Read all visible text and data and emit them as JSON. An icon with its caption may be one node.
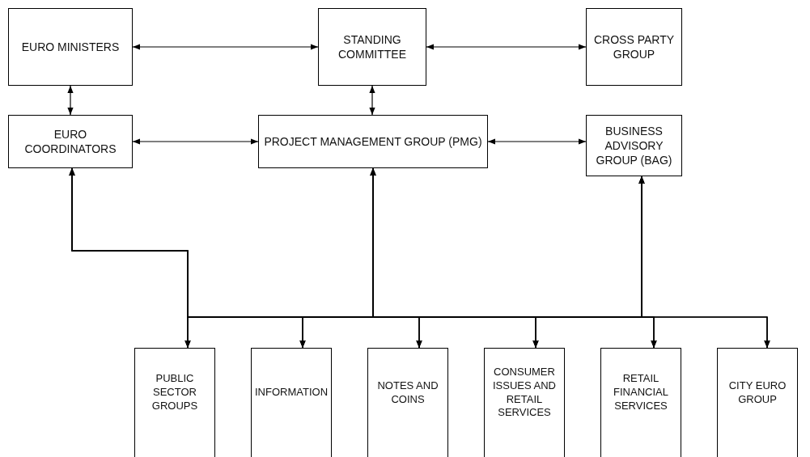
{
  "diagram": {
    "nodes": [
      {
        "text": [
          "EURO MINISTERS"
        ]
      },
      {
        "text": [
          "STANDING COMMITTEE"
        ]
      },
      {
        "text": [
          "CROSS PARTY GROUP"
        ]
      },
      {
        "text": [
          "EURO COORDINATORS"
        ]
      },
      {
        "text": [
          "PROJECT MANAGEMENT GROUP (PMG)"
        ]
      },
      {
        "text": [
          "BUSINESS ADVISORY GROUP (BAG)"
        ]
      },
      {
        "text": [
          "PUBLIC SECTOR GROUPS"
        ]
      },
      {
        "text": [
          "INFORMATION"
        ]
      },
      {
        "text": [
          "NOTES AND COINS"
        ]
      },
      {
        "text": [
          "CONSUMER ISSUES AND RETAIL SERVICES"
        ]
      },
      {
        "text": [
          "RETAIL FINANCIAL SERVICES"
        ]
      },
      {
        "text": [
          "CITY EURO GROUP"
        ]
      }
    ],
    "edges": [
      {
        "from": 0,
        "to": 1,
        "arrow": "both"
      },
      {
        "from": 1,
        "to": 2,
        "arrow": "both"
      },
      {
        "from": 0,
        "to": 3,
        "arrow": "both"
      },
      {
        "from": 1,
        "to": 4,
        "arrow": "both"
      },
      {
        "from": 3,
        "to": 4,
        "arrow": "both"
      },
      {
        "from": 4,
        "to": 5,
        "arrow": "both"
      },
      {
        "from": 3,
        "to": 6,
        "arrow": "both"
      },
      {
        "from": 3,
        "to": 7,
        "arrow": "both"
      },
      {
        "from": 3,
        "to": 8,
        "arrow": "both"
      },
      {
        "from": 3,
        "to": 9,
        "arrow": "both"
      },
      {
        "from": 3,
        "to": 10,
        "arrow": "both"
      },
      {
        "from": 3,
        "to": 11,
        "arrow": "both"
      },
      {
        "from": 4,
        "to": 6,
        "arrow": "both"
      },
      {
        "from": 4,
        "to": 7,
        "arrow": "both"
      },
      {
        "from": 4,
        "to": 8,
        "arrow": "both"
      },
      {
        "from": 4,
        "to": 9,
        "arrow": "both"
      },
      {
        "from": 4,
        "to": 10,
        "arrow": "both"
      },
      {
        "from": 4,
        "to": 11,
        "arrow": "both"
      },
      {
        "from": 5,
        "to": 6,
        "arrow": "both"
      },
      {
        "from": 5,
        "to": 7,
        "arrow": "both"
      },
      {
        "from": 5,
        "to": 8,
        "arrow": "both"
      },
      {
        "from": 5,
        "to": 9,
        "arrow": "both"
      },
      {
        "from": 5,
        "to": 10,
        "arrow": "both"
      },
      {
        "from": 5,
        "to": 11,
        "arrow": "both"
      }
    ]
  }
}
